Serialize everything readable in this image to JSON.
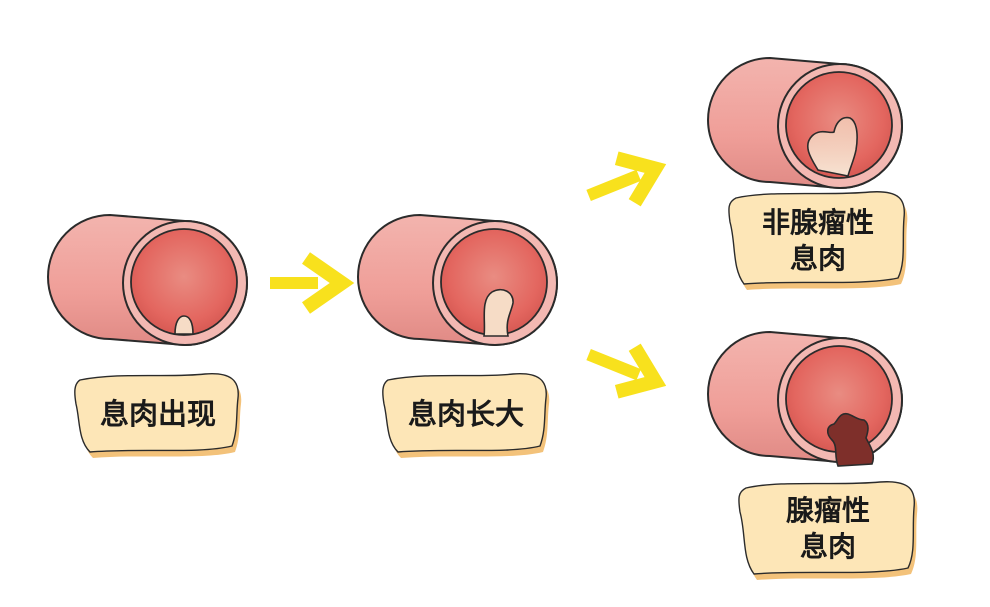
{
  "stages": {
    "polyp_appears": "息肉出现",
    "polyp_grows": "息肉长大",
    "non_adenoma_line1": "非腺瘤性",
    "non_adenoma_line2": "息肉",
    "adenoma_line1": "腺瘤性",
    "adenoma_line2": "息肉"
  },
  "colors": {
    "tube_outer": "#f0a7a2",
    "tube_inner": "#e3665f",
    "polyp_benign": "#f6dcc6",
    "polyp_adenoma": "#7e2f2a",
    "arrow": "#f8e11d",
    "label_bg": "#fde6b7",
    "label_shadow": "#f3c27a",
    "outline": "#2b2b2b"
  }
}
